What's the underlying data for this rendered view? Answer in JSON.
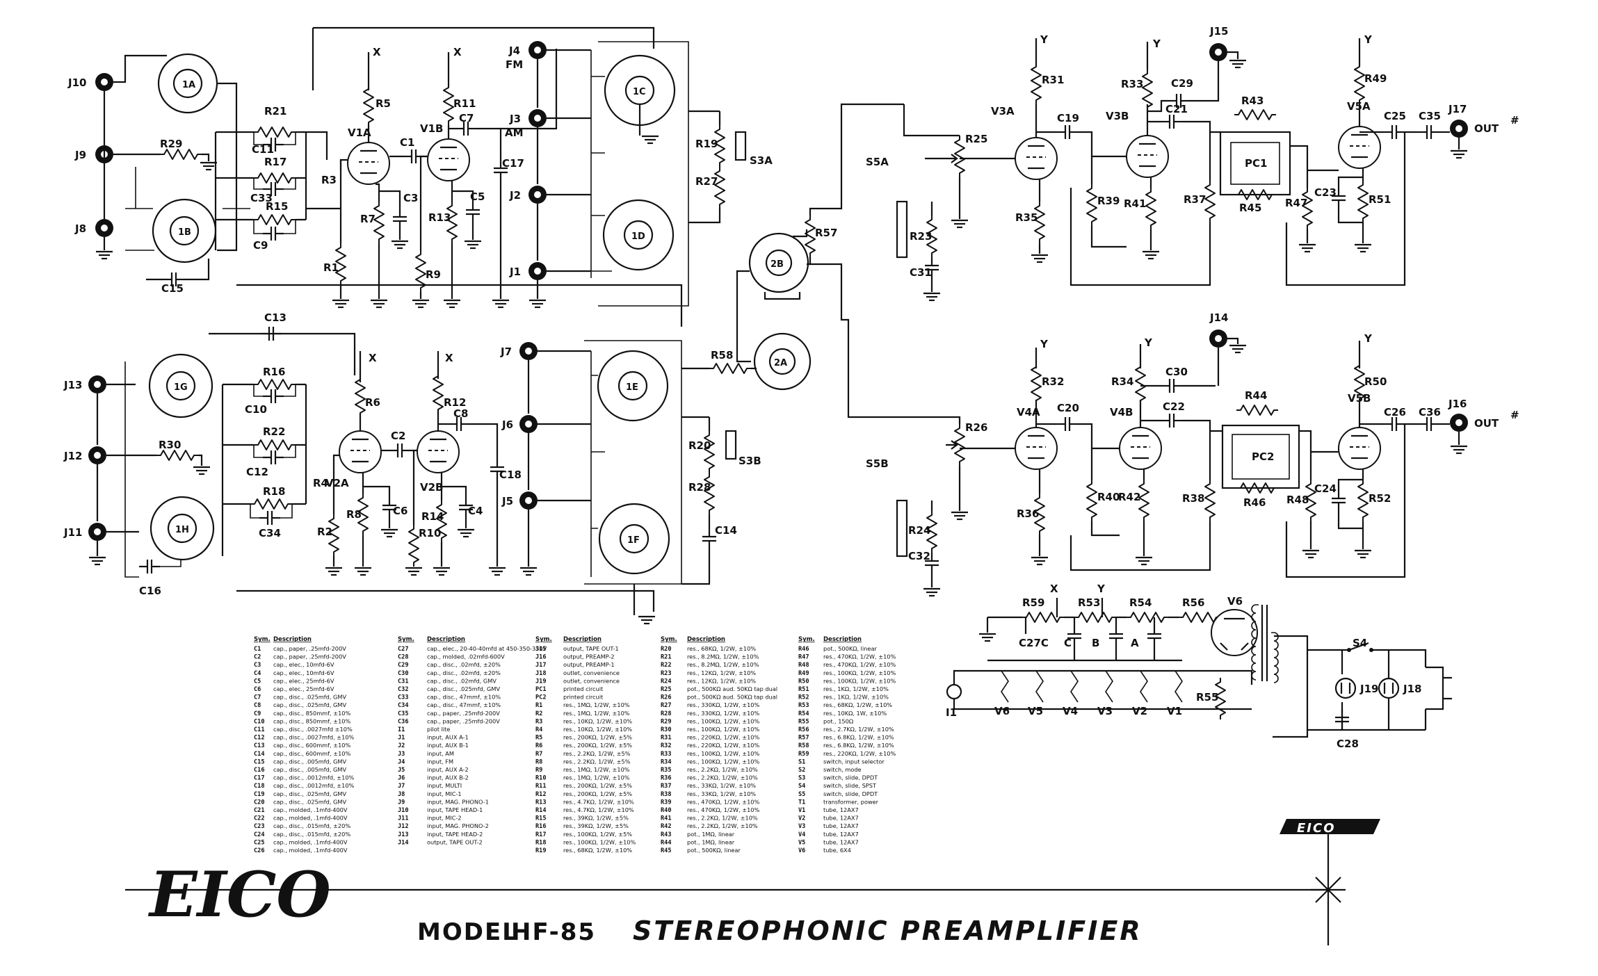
{
  "title": {
    "model_label": "MODEL",
    "model_number": "HF-85",
    "product": "STEREOPHONIC PREAMPLIFIER",
    "brand_script": "EICO",
    "brand_badge": "EICO"
  },
  "labels": {
    "X": "X",
    "Y": "Y",
    "J1": "J1",
    "J2": "J2",
    "J3": "J3",
    "J4": "J4",
    "J5": "J5",
    "J6": "J6",
    "J7": "J7",
    "J8": "J8",
    "J9": "J9",
    "J10": "J10",
    "J11": "J11",
    "J12": "J12",
    "J13": "J13",
    "J14": "J14",
    "J15": "J15",
    "J16": "J16",
    "J17": "J17",
    "J18": "J18",
    "J19": "J19",
    "AM": "AM",
    "FM": "FM",
    "OUT": "OUT",
    "S3A": "S3A",
    "S3B": "S3B",
    "S4": "S4",
    "S5A": "S5A",
    "S5B": "S5B",
    "I1": "I1",
    "V1A": "V1A",
    "V1B": "V1B",
    "V2A": "V2A",
    "V2B": "V2B",
    "V3A": "V3A",
    "V3B": "V3B",
    "V4A": "V4A",
    "V4B": "V4B",
    "V5A": "V5A",
    "V5B": "V5B",
    "V6": "V6",
    "V5": "V5",
    "V4": "V4",
    "V3": "V3",
    "V2": "V2",
    "V1": "V1",
    "PC1": "PC1",
    "PC2": "PC2",
    "1A": "1A",
    "1B": "1B",
    "1C": "1C",
    "1D": "1D",
    "1E": "1E",
    "1F": "1F",
    "1G": "1G",
    "1H": "1H",
    "2A": "2A",
    "2B": "2B",
    "A": "A",
    "B": "B",
    "C": "C",
    "R1": "R1",
    "R2": "R2",
    "R3": "R3",
    "R4": "R4",
    "R5": "R5",
    "R6": "R6",
    "R7": "R7",
    "R8": "R8",
    "R9": "R9",
    "R10": "R10",
    "R11": "R11",
    "R12": "R12",
    "R13": "R13",
    "R14": "R14",
    "R15": "R15",
    "R16": "R16",
    "R17": "R17",
    "R18": "R18",
    "R19": "R19",
    "R20": "R20",
    "R21": "R21",
    "R22": "R22",
    "R23": "R23",
    "R24": "R24",
    "R25": "R25",
    "R26": "R26",
    "R27": "R27",
    "R28": "R28",
    "R29": "R29",
    "R30": "R30",
    "R31": "R31",
    "R32": "R32",
    "R33": "R33",
    "R34": "R34",
    "R35": "R35",
    "R36": "R36",
    "R37": "R37",
    "R38": "R38",
    "R39": "R39",
    "R40": "R40",
    "R41": "R41",
    "R42": "R42",
    "R43": "R43",
    "R44": "R44",
    "R45": "R45",
    "R46": "R46",
    "R47": "R47",
    "R48": "R48",
    "R49": "R49",
    "R50": "R50",
    "R51": "R51",
    "R52": "R52",
    "R53": "R53",
    "R54": "R54",
    "R55": "R55",
    "R56": "R56",
    "R57": "R57",
    "R58": "R58",
    "R59": "R59",
    "C1": "C1",
    "C2": "C2",
    "C3": "C3",
    "C4": "C4",
    "C5": "C5",
    "C6": "C6",
    "C7": "C7",
    "C8": "C8",
    "C9": "C9",
    "C10": "C10",
    "C11": "C11",
    "C12": "C12",
    "C13": "C13",
    "C14": "C14",
    "C15": "C15",
    "C16": "C16",
    "C17": "C17",
    "C18": "C18",
    "C19": "C19",
    "C20": "C20",
    "C21": "C21",
    "C22": "C22",
    "C23": "C23",
    "C24": "C24",
    "C25": "C25",
    "C26": "C26",
    "C27C": "C27C",
    "C28": "C28",
    "C29": "C29",
    "C30": "C30",
    "C31": "C31",
    "C32": "C32",
    "C33": "C33",
    "C34": "C34",
    "C35": "C35",
    "C36": "C36"
  },
  "parts_list": {
    "header_sym": "Sym.",
    "header_desc": "Description",
    "columns": [
      [
        [
          "C1",
          "cap., paper, .25mfd-200V"
        ],
        [
          "C2",
          "cap., paper, .25mfd-200V"
        ],
        [
          "C3",
          "cap., elec., 10mfd-6V"
        ],
        [
          "C4",
          "cap., elec., 10mfd-6V"
        ],
        [
          "C5",
          "cap., elec., 25mfd-6V"
        ],
        [
          "C6",
          "cap., elec., 25mfd-6V"
        ],
        [
          "C7",
          "cap., disc., .025mfd, GMV"
        ],
        [
          "C8",
          "cap., disc., .025mfd, GMV"
        ],
        [
          "C9",
          "cap., disc., 850mmf, ±10%"
        ],
        [
          "C10",
          "cap., disc., 850mmf, ±10%"
        ],
        [
          "C11",
          "cap., disc., .0027mfd ±10%"
        ],
        [
          "C12",
          "cap., disc., .0027mfd, ±10%"
        ],
        [
          "C13",
          "cap., disc., 600mmf, ±10%"
        ],
        [
          "C14",
          "cap., disc., 600mmf, ±10%"
        ],
        [
          "C15",
          "cap., disc., .005mfd, GMV"
        ],
        [
          "C16",
          "cap., disc., .005mfd, GMV"
        ],
        [
          "C17",
          "cap., disc., .0012mfd, ±10%"
        ],
        [
          "C18",
          "cap., disc., .0012mfd, ±10%"
        ],
        [
          "C19",
          "cap., disc., .025mfd, GMV"
        ],
        [
          "C20",
          "cap., disc., .025mfd, GMV"
        ],
        [
          "C21",
          "cap., molded, .1mfd-400V"
        ],
        [
          "C22",
          "cap., molded, .1mfd-400V"
        ],
        [
          "C23",
          "cap., disc., .015mfd, ±20%"
        ],
        [
          "C24",
          "cap., disc., .015mfd, ±20%"
        ],
        [
          "C25",
          "cap., molded, .1mfd-400V"
        ],
        [
          "C26",
          "cap., molded, .1mfd-400V"
        ]
      ],
      [
        [
          "C27",
          "cap., elec., 20-40-40mfd at 450-350-350V"
        ],
        [
          "C28",
          "cap., molded, .02mfd-600V"
        ],
        [
          "C29",
          "cap., disc., .02mfd, ±20%"
        ],
        [
          "C30",
          "cap., disc., .02mfd, ±20%"
        ],
        [
          "C31",
          "cap., disc., .02mfd, GMV"
        ],
        [
          "C32",
          "cap., disc., .025mfd, GMV"
        ],
        [
          "C33",
          "cap., disc., 47mmf, ±10%"
        ],
        [
          "C34",
          "cap., disc., 47mmf, ±10%"
        ],
        [
          "C35",
          "cap., paper, .25mfd-200V"
        ],
        [
          "C36",
          "cap., paper, .25mfd-200V"
        ],
        [
          "I1",
          "pilot lite"
        ],
        [
          "J1",
          "input, AUX A-1"
        ],
        [
          "J2",
          "input, AUX B-1"
        ],
        [
          "J3",
          "input, AM"
        ],
        [
          "J4",
          "input, FM"
        ],
        [
          "J5",
          "input, AUX A-2"
        ],
        [
          "J6",
          "input, AUX B-2"
        ],
        [
          "J7",
          "input, MULTI"
        ],
        [
          "J8",
          "input, MIC-1"
        ],
        [
          "J9",
          "input, MAG. PHONO-1"
        ],
        [
          "J10",
          "input, TAPE HEAD-1"
        ],
        [
          "J11",
          "input, MIC-2"
        ],
        [
          "J12",
          "input, MAG. PHONO-2"
        ],
        [
          "J13",
          "input, TAPE HEAD-2"
        ],
        [
          "J14",
          "output, TAPE OUT-2"
        ]
      ],
      [
        [
          "J15",
          "output, TAPE OUT-1"
        ],
        [
          "J16",
          "output, PREAMP-2"
        ],
        [
          "J17",
          "output, PREAMP-1"
        ],
        [
          "J18",
          "outlet, convenience"
        ],
        [
          "J19",
          "outlet, convenience"
        ],
        [
          "PC1",
          "printed circuit"
        ],
        [
          "PC2",
          "printed circuit"
        ],
        [
          "R1",
          "res., 1MΩ, 1/2W, ±10%"
        ],
        [
          "R2",
          "res., 1MΩ, 1/2W, ±10%"
        ],
        [
          "R3",
          "res., 10KΩ, 1/2W, ±10%"
        ],
        [
          "R4",
          "res., 10KΩ, 1/2W, ±10%"
        ],
        [
          "R5",
          "res., 200KΩ, 1/2W, ±5%"
        ],
        [
          "R6",
          "res., 200KΩ, 1/2W, ±5%"
        ],
        [
          "R7",
          "res., 2.2KΩ, 1/2W, ±5%"
        ],
        [
          "R8",
          "res., 2.2KΩ, 1/2W, ±5%"
        ],
        [
          "R9",
          "res., 1MΩ, 1/2W, ±10%"
        ],
        [
          "R10",
          "res., 1MΩ, 1/2W, ±10%"
        ],
        [
          "R11",
          "res., 200KΩ, 1/2W, ±5%"
        ],
        [
          "R12",
          "res., 200KΩ, 1/2W, ±5%"
        ],
        [
          "R13",
          "res., 4.7KΩ, 1/2W, ±10%"
        ],
        [
          "R14",
          "res., 4.7KΩ, 1/2W, ±10%"
        ],
        [
          "R15",
          "res., 39KΩ, 1/2W, ±5%"
        ],
        [
          "R16",
          "res., 39KΩ, 1/2W, ±5%"
        ],
        [
          "R17",
          "res., 100KΩ, 1/2W, ±5%"
        ],
        [
          "R18",
          "res., 100KΩ, 1/2W, ±10%"
        ],
        [
          "R19",
          "res., 68KΩ, 1/2W, ±10%"
        ]
      ],
      [
        [
          "R20",
          "res., 68KΩ, 1/2W, ±10%"
        ],
        [
          "R21",
          "res., 8.2MΩ, 1/2W, ±10%"
        ],
        [
          "R22",
          "res., 8.2MΩ, 1/2W, ±10%"
        ],
        [
          "R23",
          "res., 12KΩ, 1/2W, ±10%"
        ],
        [
          "R24",
          "res., 12KΩ, 1/2W, ±10%"
        ],
        [
          "R25",
          "pot., 500KΩ aud. 50KΩ tap dual"
        ],
        [
          "R26",
          "pot., 500KΩ aud. 50KΩ tap dual"
        ],
        [
          "R27",
          "res., 330KΩ, 1/2W, ±10%"
        ],
        [
          "R28",
          "res., 330KΩ, 1/2W, ±10%"
        ],
        [
          "R29",
          "res., 100KΩ, 1/2W, ±10%"
        ],
        [
          "R30",
          "res., 100KΩ, 1/2W, ±10%"
        ],
        [
          "R31",
          "res., 220KΩ, 1/2W, ±10%"
        ],
        [
          "R32",
          "res., 220KΩ, 1/2W, ±10%"
        ],
        [
          "R33",
          "res., 100KΩ, 1/2W, ±10%"
        ],
        [
          "R34",
          "res., 100KΩ, 1/2W, ±10%"
        ],
        [
          "R35",
          "res., 2.2KΩ, 1/2W, ±10%"
        ],
        [
          "R36",
          "res., 2.2KΩ, 1/2W, ±10%"
        ],
        [
          "R37",
          "res., 33KΩ, 1/2W, ±10%"
        ],
        [
          "R38",
          "res., 33KΩ, 1/2W, ±10%"
        ],
        [
          "R39",
          "res., 470KΩ, 1/2W, ±10%"
        ],
        [
          "R40",
          "res., 470KΩ, 1/2W, ±10%"
        ],
        [
          "R41",
          "res., 2.2KΩ, 1/2W, ±10%"
        ],
        [
          "R42",
          "res., 2.2KΩ, 1/2W, ±10%"
        ],
        [
          "R43",
          "pot., 1MΩ, linear"
        ],
        [
          "R44",
          "pot., 1MΩ, linear"
        ],
        [
          "R45",
          "pot., 500KΩ, linear"
        ]
      ],
      [
        [
          "R46",
          "pot., 500KΩ, linear"
        ],
        [
          "R47",
          "res., 470KΩ, 1/2W, ±10%"
        ],
        [
          "R48",
          "res., 470KΩ, 1/2W, ±10%"
        ],
        [
          "R49",
          "res., 100KΩ, 1/2W, ±10%"
        ],
        [
          "R50",
          "res., 100KΩ, 1/2W, ±10%"
        ],
        [
          "R51",
          "res., 1KΩ, 1/2W, ±10%"
        ],
        [
          "R52",
          "res., 1KΩ, 1/2W, ±10%"
        ],
        [
          "R53",
          "res., 68KΩ, 1/2W, ±10%"
        ],
        [
          "R54",
          "res., 10KΩ, 1W, ±10%"
        ],
        [
          "R55",
          "pot., 150Ω"
        ],
        [
          "R56",
          "res., 2.7KΩ, 1/2W, ±10%"
        ],
        [
          "R57",
          "res., 6.8KΩ, 1/2W, ±10%"
        ],
        [
          "R58",
          "res., 6.8KΩ, 1/2W, ±10%"
        ],
        [
          "R59",
          "res., 220KΩ, 1/2W, ±10%"
        ],
        [
          "S1",
          "switch, input selector"
        ],
        [
          "S2",
          "switch, mode"
        ],
        [
          "S3",
          "switch, slide, DPDT"
        ],
        [
          "S4",
          "switch, slide, SPST"
        ],
        [
          "S5",
          "switch, slide, DPDT"
        ],
        [
          "T1",
          "transformer, power"
        ],
        [
          "V1",
          "tube, 12AX7"
        ],
        [
          "V2",
          "tube, 12AX7"
        ],
        [
          "V3",
          "tube, 12AX7"
        ],
        [
          "V4",
          "tube, 12AX7"
        ],
        [
          "V5",
          "tube, 12AX7"
        ],
        [
          "V6",
          "tube, 6X4"
        ]
      ]
    ]
  }
}
